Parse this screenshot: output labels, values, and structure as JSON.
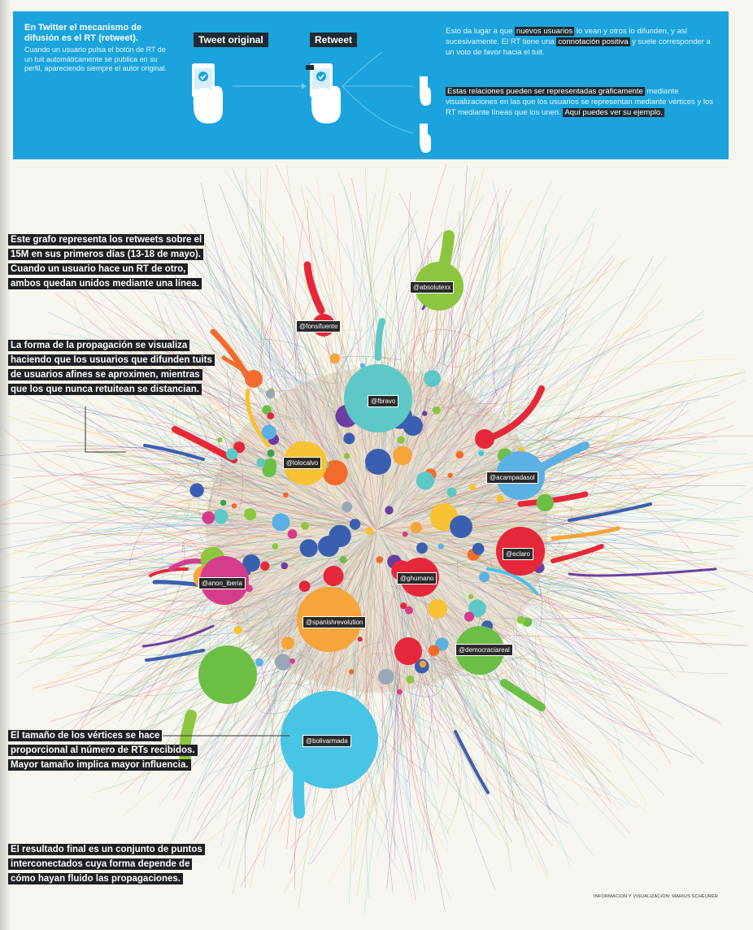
{
  "header": {
    "intro_title": "En Twitter el mecanismo de difusión es el RT (retweet).",
    "intro_body": "Cuando un usuario pulsa el botón de RT de un tuit automáticamente se publica en su perfil, apareciendo siempre el autor original.",
    "tag_original": "Tweet original",
    "tag_retweet": "Retweet",
    "p1_a": "Esto da lugar a que",
    "p1_hl1": "nuevos usuarios",
    "p1_b": "lo vean y otros lo difunden, y así sucesivamente. El RT tiene una",
    "p1_hl2": "connotación positiva",
    "p1_c": "y suele corresponder a un voto de favor hacia el tuit.",
    "p2_hl": "Estas relaciones pueden ser representadas gráficamente",
    "p2_a": "mediante visualizaciones en las que los usuarios se representan mediante vértices y los RT mediante líneas que los unen.",
    "p2_hl2": "Aquí puedes ver su ejemplo."
  },
  "annotations": {
    "a1": [
      "Este grafo representa los retweets sobre el",
      "15M en sus primeros días (13-18 de mayo).",
      "Cuando un usuario hace un RT de otro,",
      "ambos quedan unidos mediante una línea."
    ],
    "a2": [
      "La forma de la propagación se visualiza",
      "haciendo que los usuarios que difunden tuits",
      "de usuarios afines se aproximen, mientras",
      "que los que nunca retuitean se distancian."
    ],
    "a3": [
      "El tamaño de los vértices se hace",
      "proporcional al número de RTs recibidos.",
      "Mayor tamaño implica mayor influencia."
    ],
    "a4": [
      "El resultado final es un conjunto de puntos",
      "interconectados cuya forma depende de",
      "cómo hayan fluido las propagaciones."
    ]
  },
  "nodes": [
    {
      "label": "@fonsifuente",
      "color": "#e4283a"
    },
    {
      "label": "@absolutexx",
      "color": "#8cc63f"
    },
    {
      "label": "@fbravo",
      "color": "#5ec8c6"
    },
    {
      "label": "@acampadasol",
      "color": "#5bb1e4"
    },
    {
      "label": "@lolocalvo",
      "color": "#f7c233"
    },
    {
      "label": "@eclaro",
      "color": "#e4283a"
    },
    {
      "label": "@ghumano",
      "color": "#e4283a"
    },
    {
      "label": "@anon_iberia",
      "color": "#d63c8c"
    },
    {
      "label": "@spanishrevolution",
      "color": "#f6a53a"
    },
    {
      "label": "@democraciareal",
      "color": "#6cbf45"
    },
    {
      "label": "@bolivarmada",
      "color": "#48c4e4"
    }
  ],
  "credit": "INFORMACIÓN Y VISUALIZACIÓN: MARIUS SCHEURER",
  "colors": {
    "band": "#1aa3dc",
    "ink": "#1e1f22"
  }
}
